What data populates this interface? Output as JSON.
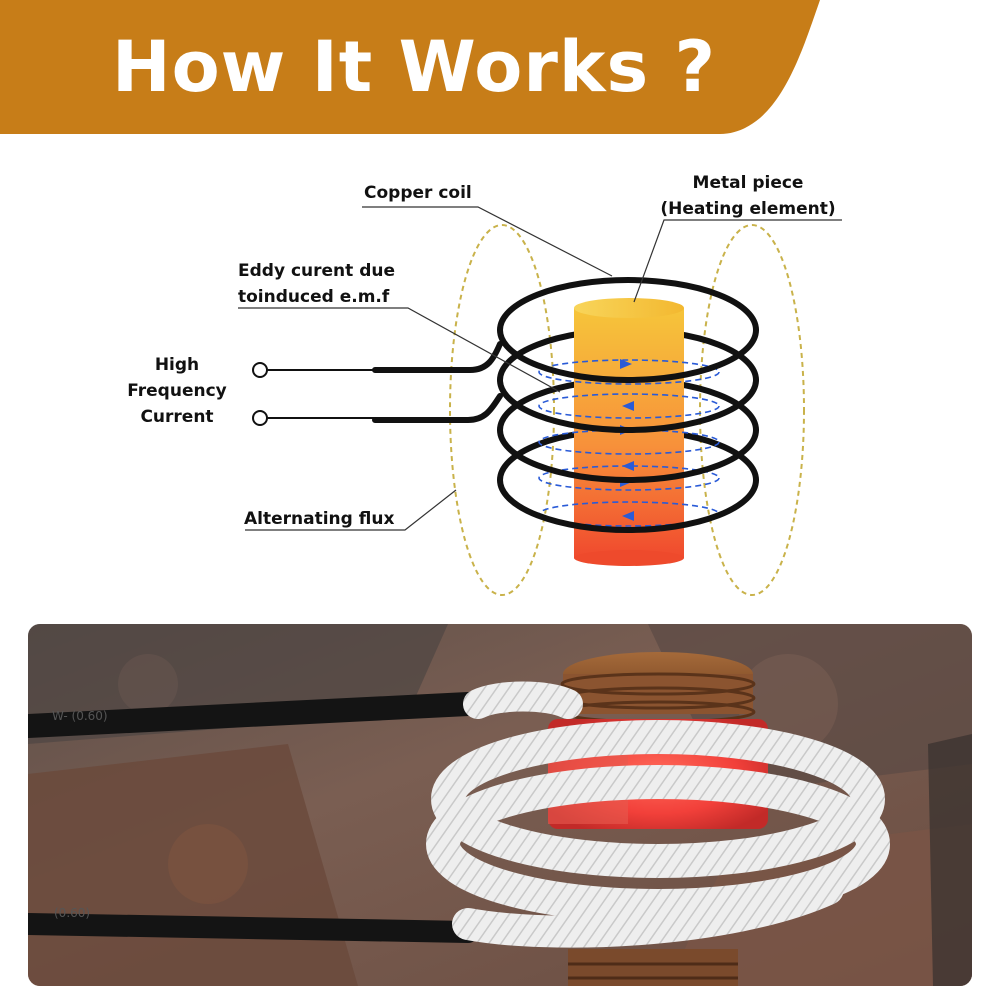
{
  "header": {
    "title": "How It Works ?"
  },
  "diagram": {
    "labels": {
      "copper_coil": "Copper coil",
      "metal_piece_line1": "Metal piece",
      "metal_piece_line2": "(Heating element)",
      "eddy_line1": "Eddy curent due",
      "eddy_line2": "toinduced e.m.f",
      "hf_line1": "High",
      "hf_line2": "Frequency",
      "hf_line3": "Current",
      "flux": "Alternating flux"
    }
  },
  "photo": {
    "cable_print_top": "W-  (0.60)",
    "cable_print_bottom": "(0.60)"
  },
  "colors": {
    "banner": "#c77d18",
    "coil": "#111111",
    "eddy_arrows": "#2a5bd7",
    "flux_lines": "#c9b24a",
    "metal_top": "#f6c53a",
    "metal_bottom": "#f04a2e"
  }
}
